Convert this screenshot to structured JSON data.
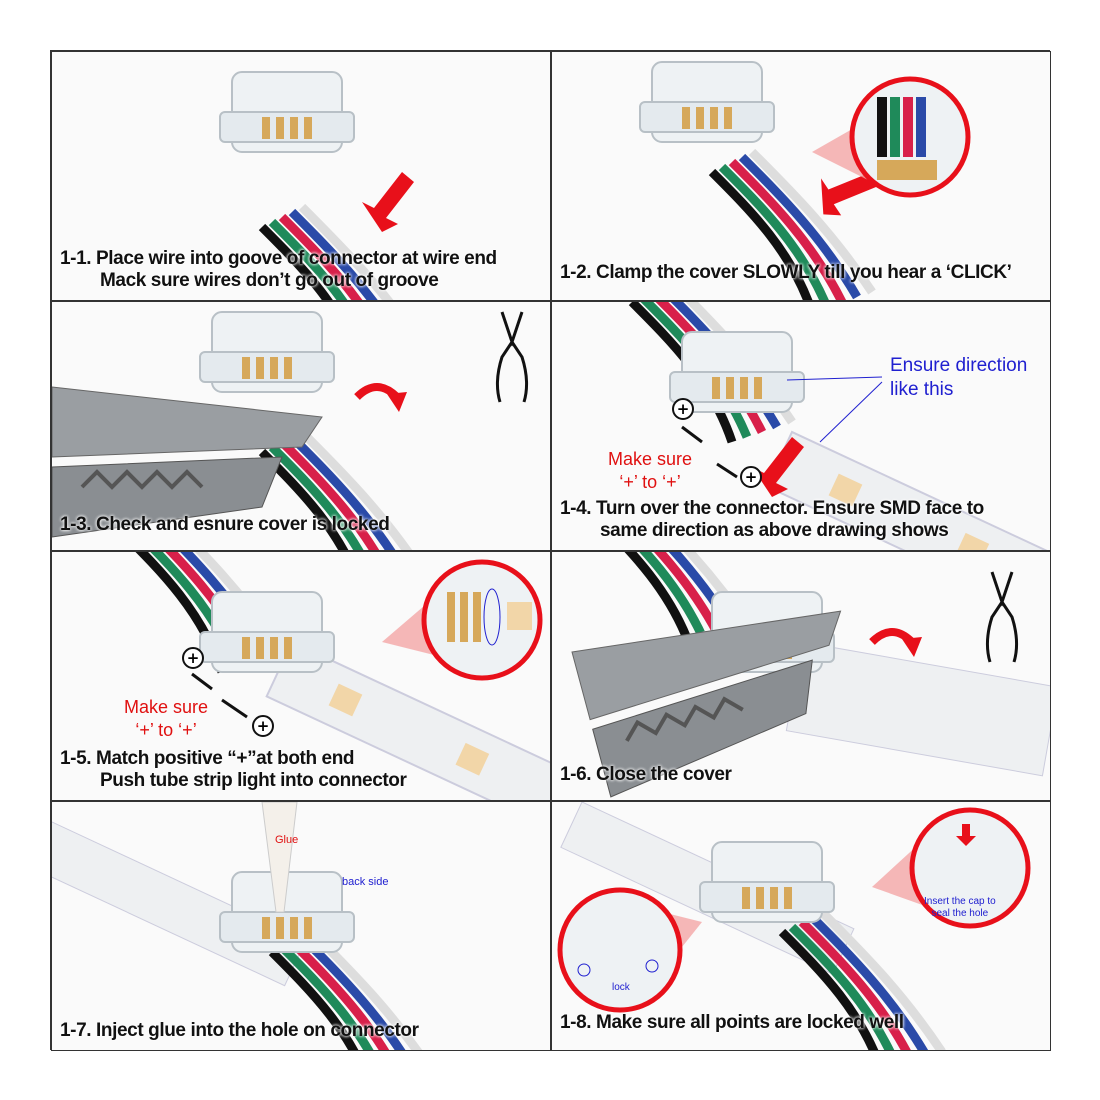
{
  "steps": [
    {
      "caption_line1": "1-1. Place wire into goove of connector at wire end",
      "caption_line2": "Mack sure wires don’t go out of groove"
    },
    {
      "caption_line1": "1-2. Clamp the cover SLOWLY till you hear a ‘CLICK’"
    },
    {
      "caption_line1": "1-3. Check and esnure cover is locked"
    },
    {
      "caption_line1": "1-4. Turn over the connector. Ensure SMD face to",
      "caption_line2": "same direction as above drawing shows",
      "note_line1": "Ensure direction",
      "note_line2": "like this",
      "make_sure_line1": "Make sure",
      "make_sure_line2": "‘+’  to  ‘+’",
      "plus_symbol": "+"
    },
    {
      "caption_line1": "1-5. Match positive “+”at both end",
      "caption_line2": "Push tube strip light into connector",
      "make_sure_line1": "Make sure",
      "make_sure_line2": "‘+’  to  ‘+’",
      "plus_symbol": "+"
    },
    {
      "caption_line1": "1-6. Close the cover"
    },
    {
      "caption_line1": "1-7. Inject glue into the hole on connector",
      "glue_label": "Glue",
      "back_side_label": "back side"
    },
    {
      "caption_line1": "1-8. Make sure all points are locked well",
      "insert_line1": "Insert the cap to",
      "insert_line2": "seal the hole",
      "lock_label": "lock"
    }
  ],
  "colors": {
    "accent_red": "#e8101a",
    "note_blue": "#2020d0",
    "wire_colors": [
      "#111111",
      "#1f8a5a",
      "#d8204a",
      "#2a4aa8",
      "#dddddd"
    ]
  }
}
